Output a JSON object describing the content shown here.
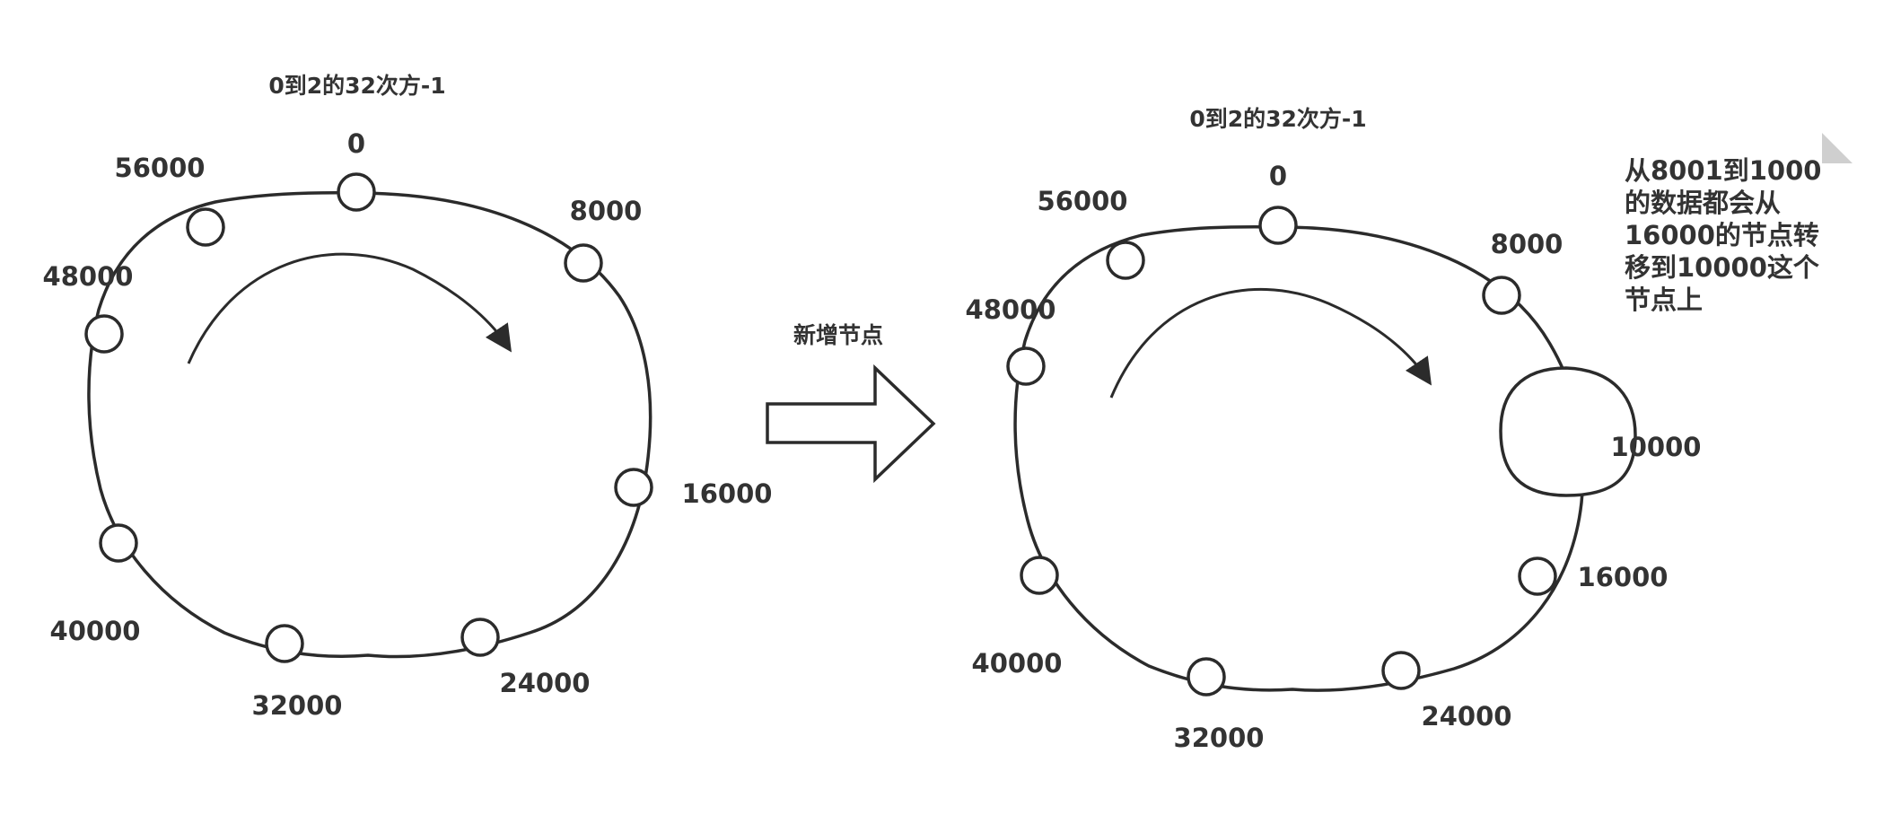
{
  "left_ring": {
    "title": "0到2的32次方-1",
    "nodes": [
      "0",
      "8000",
      "16000",
      "24000",
      "32000",
      "40000",
      "48000",
      "56000"
    ]
  },
  "transition": {
    "label": "新增节点"
  },
  "right_ring": {
    "title": "0到2的32次方-1",
    "nodes": [
      "0",
      "8000",
      "16000",
      "24000",
      "32000",
      "40000",
      "48000",
      "56000"
    ],
    "new_node": "10000"
  },
  "note": {
    "lines": [
      "从8001到1000",
      "的数据都会从",
      "16000的节点转",
      "移到10000这个",
      "节点上"
    ]
  }
}
